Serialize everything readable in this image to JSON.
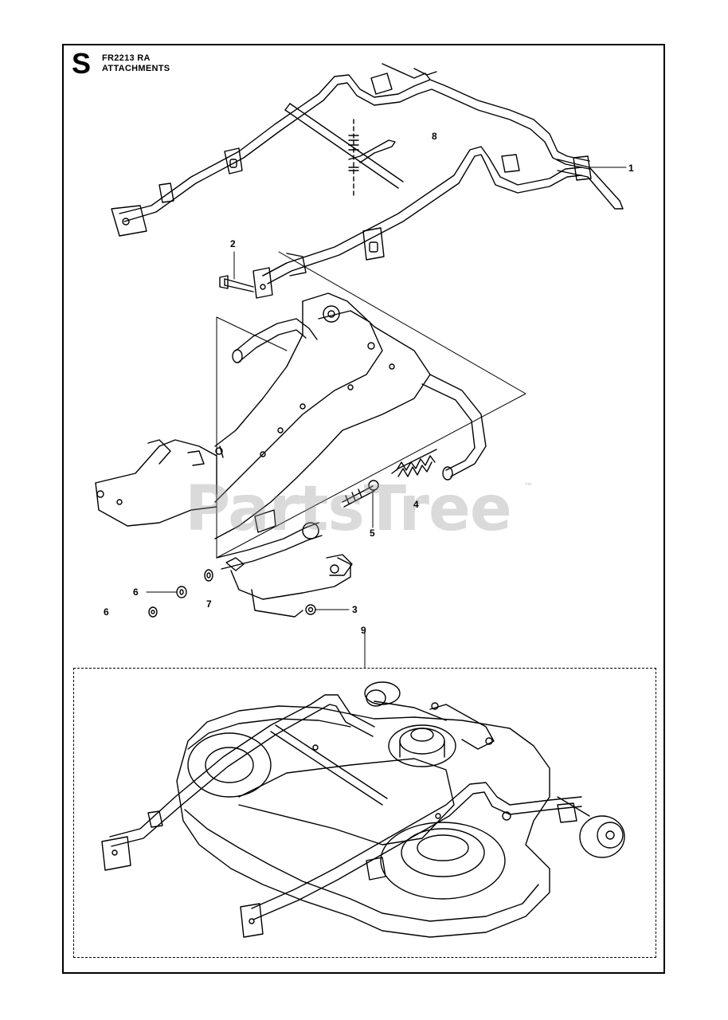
{
  "header": {
    "section_letter": "S",
    "model": "FR2213 RA",
    "group": "ATTACHMENTS"
  },
  "watermark": {
    "text": "PartsTree",
    "trademark": "™"
  },
  "callouts": [
    {
      "id": "c1",
      "label": "1"
    },
    {
      "id": "c2",
      "label": "2"
    },
    {
      "id": "c3",
      "label": "3"
    },
    {
      "id": "c4",
      "label": "4"
    },
    {
      "id": "c5",
      "label": "5"
    },
    {
      "id": "c6a",
      "label": "6"
    },
    {
      "id": "c6b",
      "label": "6"
    },
    {
      "id": "c7",
      "label": "7"
    },
    {
      "id": "c8",
      "label": "8"
    },
    {
      "id": "c9",
      "label": "9"
    }
  ],
  "colors": {
    "line": "#000000",
    "watermark": "#969696",
    "background": "#ffffff"
  }
}
